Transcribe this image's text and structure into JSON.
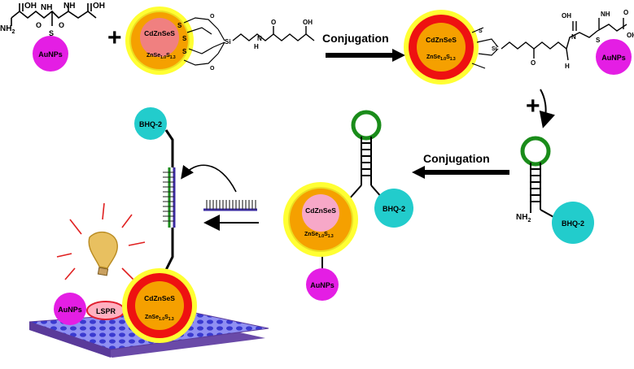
{
  "labels": {
    "auNPs": "AuNPs",
    "cdZnSeS": "CdZnSeS",
    "shellBase": "ZnSe",
    "shellSub1": "1.0",
    "shellMid": "S",
    "shellSub2": "1.3",
    "conjugation": "Conjugation",
    "bhq2": "BHQ-2",
    "lspr": "LSPR",
    "plus": "+",
    "nh2": "NH",
    "nh2Sub": "2",
    "oh": "OH",
    "nh": "NH",
    "o": "O",
    "s": "S",
    "si": "Si",
    "h": "H",
    "n": "N"
  },
  "colors": {
    "auNPs": "#e41ee4",
    "qdCore": "#f5a000",
    "qdCoreInner": "#f08080",
    "qdShellYellow": "#ffff33",
    "qdShellRed": "#ee1111",
    "bhq": "#22cccc",
    "hairpin": "#1a8c1a",
    "target": "#3a2aa0",
    "plate": "#8c8cf0",
    "lamp": "#e8c060",
    "lampRays": "#e02020"
  }
}
